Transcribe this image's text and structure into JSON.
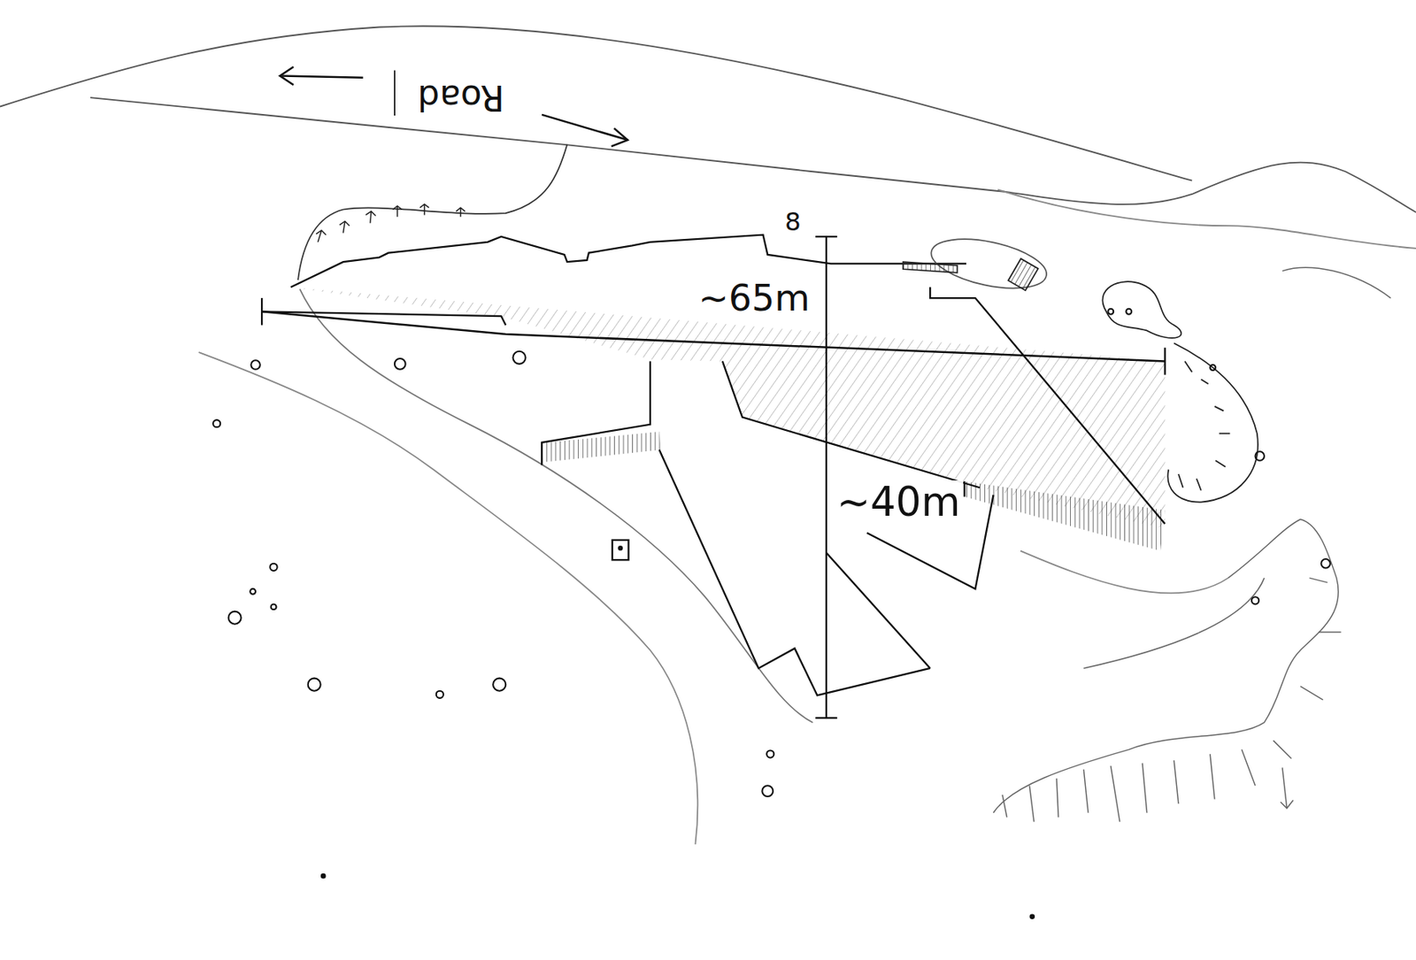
{
  "diagram": {
    "labels": [
      "Road",
      "8",
      "~65m",
      "~40m"
    ]
  }
}
